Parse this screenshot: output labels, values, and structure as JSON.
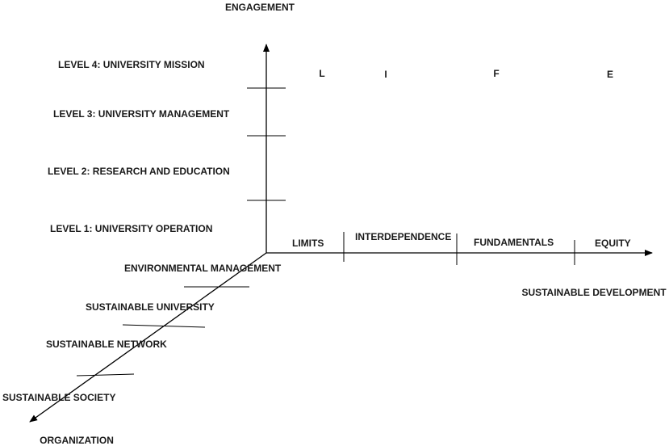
{
  "vertical_axis": {
    "title": "ENGAGEMENT",
    "levels": [
      "LEVEL 4: UNIVERSITY MISSION",
      "LEVEL 3: UNIVERSITY MANAGEMENT",
      "LEVEL 2: RESEARCH AND EDUCATION",
      "LEVEL 1: UNIVERSITY OPERATION"
    ]
  },
  "horizontal_axis": {
    "title": "SUSTAINABLE DEVELOPMENT",
    "segments": [
      "LIMITS",
      "INTERDEPENDENCE",
      "FUNDAMENTALS",
      "EQUITY"
    ]
  },
  "diagonal_axis": {
    "title": "ORGANIZATION",
    "stages": [
      "ENVIRONMENTAL MANAGEMENT",
      "SUSTAINABLE UNIVERSITY",
      "SUSTAINABLE NETWORK",
      "SUSTAINABLE SOCIETY"
    ]
  },
  "acronym_letters": [
    "L",
    "I",
    "F",
    "E"
  ],
  "colors": {
    "line": "#000000",
    "text": "#1a1a1a",
    "background": "#ffffff"
  }
}
